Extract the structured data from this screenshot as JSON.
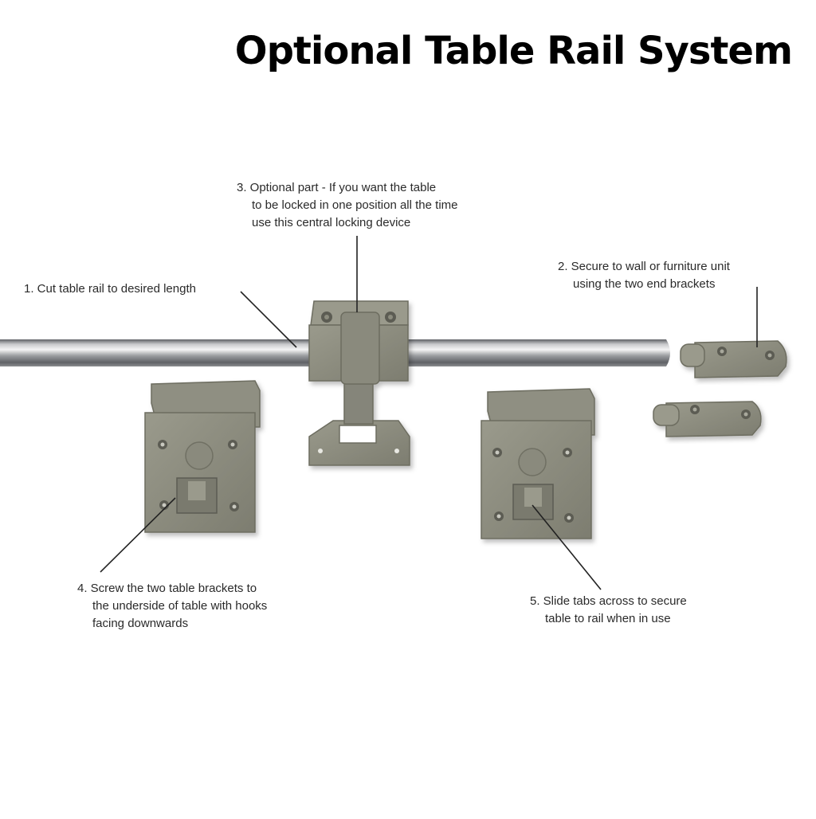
{
  "title": "Optional Table Rail System",
  "callouts": {
    "cut_rail": [
      "1. Cut table rail to desired length"
    ],
    "secure_wall": [
      "2. Secure to wall or furniture unit",
      "using the two end brackets"
    ],
    "optional_part": [
      "3. Optional part - If you want the table",
      "to be locked in one position all the time",
      "use this central locking device"
    ],
    "screw_brackets": [
      "4. Screw the two table brackets to",
      "the underside of table with hooks",
      "facing downwards"
    ],
    "slide_tabs": [
      "5. Slide tabs across to secure",
      "table to rail when in use"
    ]
  },
  "colors": {
    "part_fill": "#8c8c7e",
    "part_dark": "#6f6f62",
    "part_light": "#a4a497",
    "rail_mid": "#a9aaad",
    "leader": "#222222"
  }
}
